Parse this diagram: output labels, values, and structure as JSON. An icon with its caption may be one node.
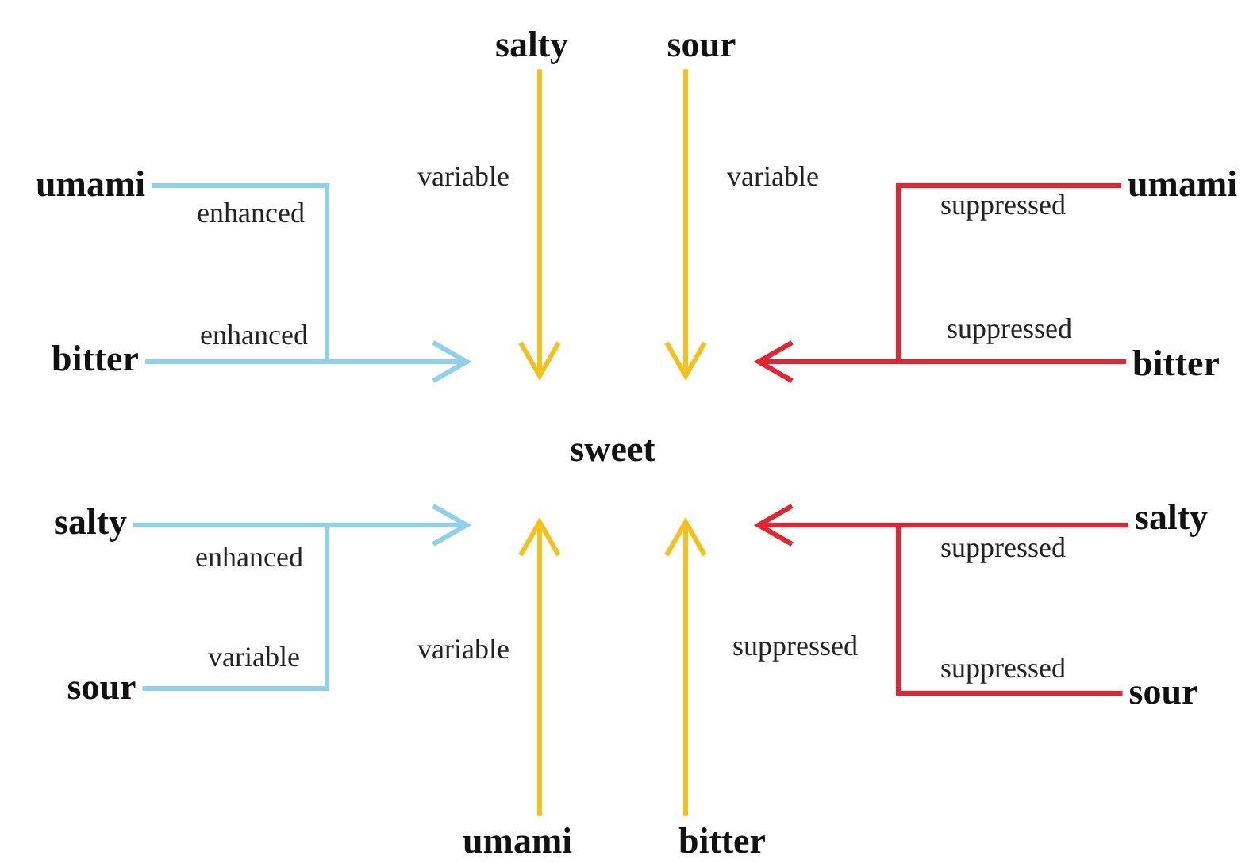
{
  "diagram": {
    "nodes": [
      {
        "text": [
          "sweet"
        ]
      },
      {
        "text": [
          "salty"
        ]
      },
      {
        "text": [
          "sour"
        ]
      },
      {
        "text": [
          "umami"
        ]
      },
      {
        "text": [
          "bitter"
        ]
      },
      {
        "text": [
          "umami"
        ]
      },
      {
        "text": [
          "bitter"
        ]
      },
      {
        "text": [
          "salty"
        ]
      },
      {
        "text": [
          "sour"
        ]
      },
      {
        "text": [
          "salty"
        ]
      },
      {
        "text": [
          "sour"
        ]
      },
      {
        "text": [
          "umami"
        ]
      },
      {
        "text": [
          "bitter"
        ]
      }
    ],
    "edges": [
      {
        "from": 1,
        "to": 0,
        "arrow": "to",
        "label": "variable",
        "color": "#f5c019"
      },
      {
        "from": 2,
        "to": 0,
        "arrow": "to",
        "label": "variable",
        "color": "#f5c019"
      },
      {
        "from": 3,
        "to": 0,
        "arrow": "to",
        "label": "enhanced",
        "color": "#8fd0ea"
      },
      {
        "from": 4,
        "to": 0,
        "arrow": "to",
        "label": "enhanced",
        "color": "#8fd0ea"
      },
      {
        "from": 5,
        "to": 0,
        "arrow": "to",
        "label": "suppressed",
        "color": "#e8232f"
      },
      {
        "from": 6,
        "to": 0,
        "arrow": "to",
        "label": "suppressed",
        "color": "#e8232f"
      },
      {
        "from": 7,
        "to": 0,
        "arrow": "to",
        "label": "enhanced",
        "color": "#8fd0ea"
      },
      {
        "from": 8,
        "to": 0,
        "arrow": "to",
        "label": "variable",
        "color": "#8fd0ea"
      },
      {
        "from": 9,
        "to": 0,
        "arrow": "to",
        "label": "suppressed",
        "color": "#e8232f"
      },
      {
        "from": 10,
        "to": 0,
        "arrow": "to",
        "label": "suppressed",
        "color": "#e8232f"
      },
      {
        "from": 11,
        "to": 0,
        "arrow": "to",
        "label": "variable",
        "color": "#f5c019"
      },
      {
        "from": 12,
        "to": 0,
        "arrow": "to",
        "label": "suppressed",
        "color": "#f5c019"
      }
    ]
  }
}
